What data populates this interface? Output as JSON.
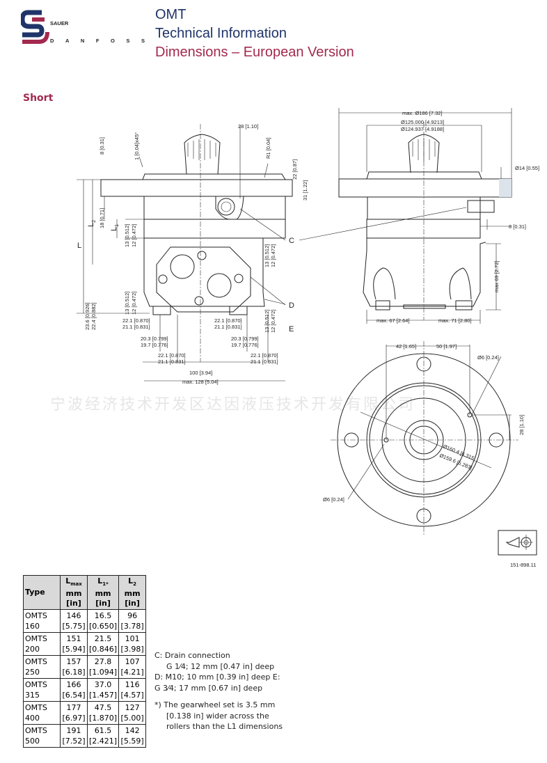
{
  "header": {
    "logo_line1": "SAUER",
    "logo_line2": "DANFOSS",
    "product": "OMT",
    "doc_type": "Technical Information",
    "section_title": "Dimensions – European Version"
  },
  "subtitle": "Short",
  "watermark": "宁波经济技术开发区达因液压技术开发有限公司",
  "side_view": {
    "dims": [
      "28 [1.10]",
      "1 [0.04]x45°",
      "8 [0.31]",
      "R1 [0.04]",
      "22 [0.87]",
      "31 [1.22]",
      "18 [0.71]",
      "13 [0.512]",
      "12 [0.472]",
      "23.6 [0.926]",
      "22.4 [0.882]",
      "22.1 [0.870]",
      "21.1 [0.831]",
      "20.3 [0.799]",
      "19.7 [0.776]",
      "100 [3.94]",
      "max. 128 [5.04]"
    ],
    "labels": {
      "L": "L",
      "L1": "L",
      "L1_sub": "1",
      "L2": "L",
      "L2_sub": "2",
      "C": "C",
      "D": "D",
      "E": "E"
    }
  },
  "front_view": {
    "dims": [
      "max. Ø186 [7.32]",
      "Ø125.000 [4.9213]",
      "Ø124.937 [4.9188]",
      "Ø14 [0.55]",
      "8 [0.31]",
      "max 69 [2.72]",
      "max. 67 [2.64]",
      "max. 71 [2.80]"
    ]
  },
  "flange_view": {
    "dims": [
      "42 [1.65]",
      "50 [1.97]",
      "Ø6 [0.24]",
      "28 [1.10]",
      "Ø160.4 [6.315]",
      "Ø159.6 [6.283]",
      "Ø6 [0.24]"
    ],
    "drawing_number": "151-898.11"
  },
  "table": {
    "headers": [
      {
        "l1": "Type"
      },
      {
        "sym": "L",
        "sub": "max",
        "unit": "mm",
        "inch": "[in]"
      },
      {
        "sym": "L",
        "sub": "1*",
        "unit": "mm",
        "inch": "[in]"
      },
      {
        "sym": "L",
        "sub": "2",
        "unit": "mm",
        "inch": "[in]"
      }
    ],
    "rows": [
      {
        "type": "OMTS",
        "size": "160",
        "lmax": "146",
        "lmax_in": "[5.75]",
        "l1": "16.5",
        "l1_in": "[0.650]",
        "l2": "96",
        "l2_in": "[3.78]"
      },
      {
        "type": "OMTS",
        "size": "200",
        "lmax": "151",
        "lmax_in": "[5.94]",
        "l1": "21.5",
        "l1_in": "[0.846]",
        "l2": "101",
        "l2_in": "[3.98]"
      },
      {
        "type": "OMTS",
        "size": "250",
        "lmax": "157",
        "lmax_in": "[6.18]",
        "l1": "27.8",
        "l1_in": "[1.094]",
        "l2": "107",
        "l2_in": "[4.21]"
      },
      {
        "type": "OMTS",
        "size": "315",
        "lmax": "166",
        "lmax_in": "[6.54]",
        "l1": "37.0",
        "l1_in": "[1.457]",
        "l2": "116",
        "l2_in": "[4.57]"
      },
      {
        "type": "OMTS",
        "size": "400",
        "lmax": "177",
        "lmax_in": "[6.97]",
        "l1": "47.5",
        "l1_in": "[1.870]",
        "l2": "127",
        "l2_in": "[5.00]"
      },
      {
        "type": "OMTS",
        "size": "500",
        "lmax": "191",
        "lmax_in": "[7.52]",
        "l1": "61.5",
        "l1_in": "[2.421]",
        "l2": "142",
        "l2_in": "[5.59]"
      }
    ]
  },
  "notes": {
    "c1": "C:  Drain connection",
    "c2": "G 1⁄4; 12 mm [0.47 in] deep",
    "d1": "D:  M10; 10 mm [0.39 in] deep E:",
    "e1": "G 3⁄4; 17 mm [0.67 in] deep",
    "f1": "*)   The gearwheel set is 3.5 mm",
    "f2": "[0.138 in] wider across the",
    "f3": "rollers than the L1 dimensions"
  },
  "colors": {
    "navy": "#1f3468",
    "brand_red": "#a3294f"
  }
}
